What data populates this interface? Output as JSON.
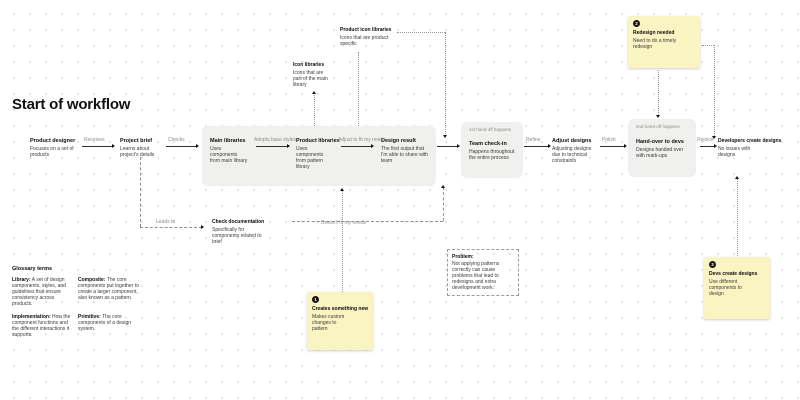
{
  "page": {
    "title": "Start of workflow"
  },
  "colors": {
    "sticky_yellow": "#FAF3C2",
    "panel_gray": "#F0F0EE",
    "canvas_dot": "#DCDCDC",
    "edge_label_gray": "#8C8C8C"
  },
  "top_notes": {
    "product_icon_libraries": {
      "title": "Product icon libraries",
      "body": "Icons that are product specific"
    },
    "icon_libraries": {
      "title": "Icon libraries",
      "body": "Icons that are part of the main library"
    }
  },
  "flow": {
    "product_designer": {
      "title": "Product designer",
      "body": "Focuses on a set of products"
    },
    "project_brief": {
      "title": "Project brief",
      "body": "Learns about project's details"
    },
    "main_libraries": {
      "title": "Main libraries",
      "body": "Uses components from main library"
    },
    "product_libraries": {
      "title": "Product libraries",
      "body": "Uses components from pattern library"
    },
    "design_result": {
      "title": "Design result",
      "body": "The first output that I'm able to share with team"
    },
    "team_check_in": {
      "label": "1st hand-off happens",
      "title": "Team check-in",
      "body": "Happens throughout the entire process"
    },
    "adjust_designs": {
      "title": "Adjust designs",
      "body": "Adjusting designs due to technical constraints"
    },
    "hand_over": {
      "label": "2nd hand-off happens",
      "title": "Hand-over to devs",
      "body": "Designs handed over with mark-ups"
    },
    "developers_create": {
      "title": "Developers create designs",
      "body": "No issues with designs"
    },
    "check_documentation": {
      "title": "Check documentation",
      "body": "Specifically for components related to brief"
    }
  },
  "edge_labels": {
    "receives": "Receives",
    "checks": "Checks",
    "adopts": "Adopts base styles",
    "adjust_fit": "Adjust to fit my needs",
    "refine": "Refine",
    "polish": "Polish",
    "rejoice": "Rejoice",
    "leads_to": "Leads to",
    "doesnt_fit": "Doesn't fit my needs"
  },
  "stickies": [
    {
      "number": "1",
      "title": "Creates something new",
      "body": "Makes custom changes to pattern"
    },
    {
      "number": "2",
      "title": "Redesign needed",
      "body": "Need to do a timely redesign"
    },
    {
      "number": "3",
      "title": "Devs create designs",
      "body": "Use different components to design"
    }
  ],
  "problem": {
    "title": "Problem:",
    "body": "Not applying patterns correctly can cause problems that lead to redesigns and extra development work."
  },
  "glossary": {
    "header": "Glossary terms",
    "entries": [
      {
        "term": "Library:",
        "def": "A set of design components, styles, and guidelines that ensure consistency across products."
      },
      {
        "term": "Composite:",
        "def": "The core components put together to create a larger component, also known as a pattern."
      },
      {
        "term": "Implementation:",
        "def": "How the component functions and the different interactions it supports."
      },
      {
        "term": "Primitive:",
        "def": "The core components of a design system."
      }
    ]
  }
}
